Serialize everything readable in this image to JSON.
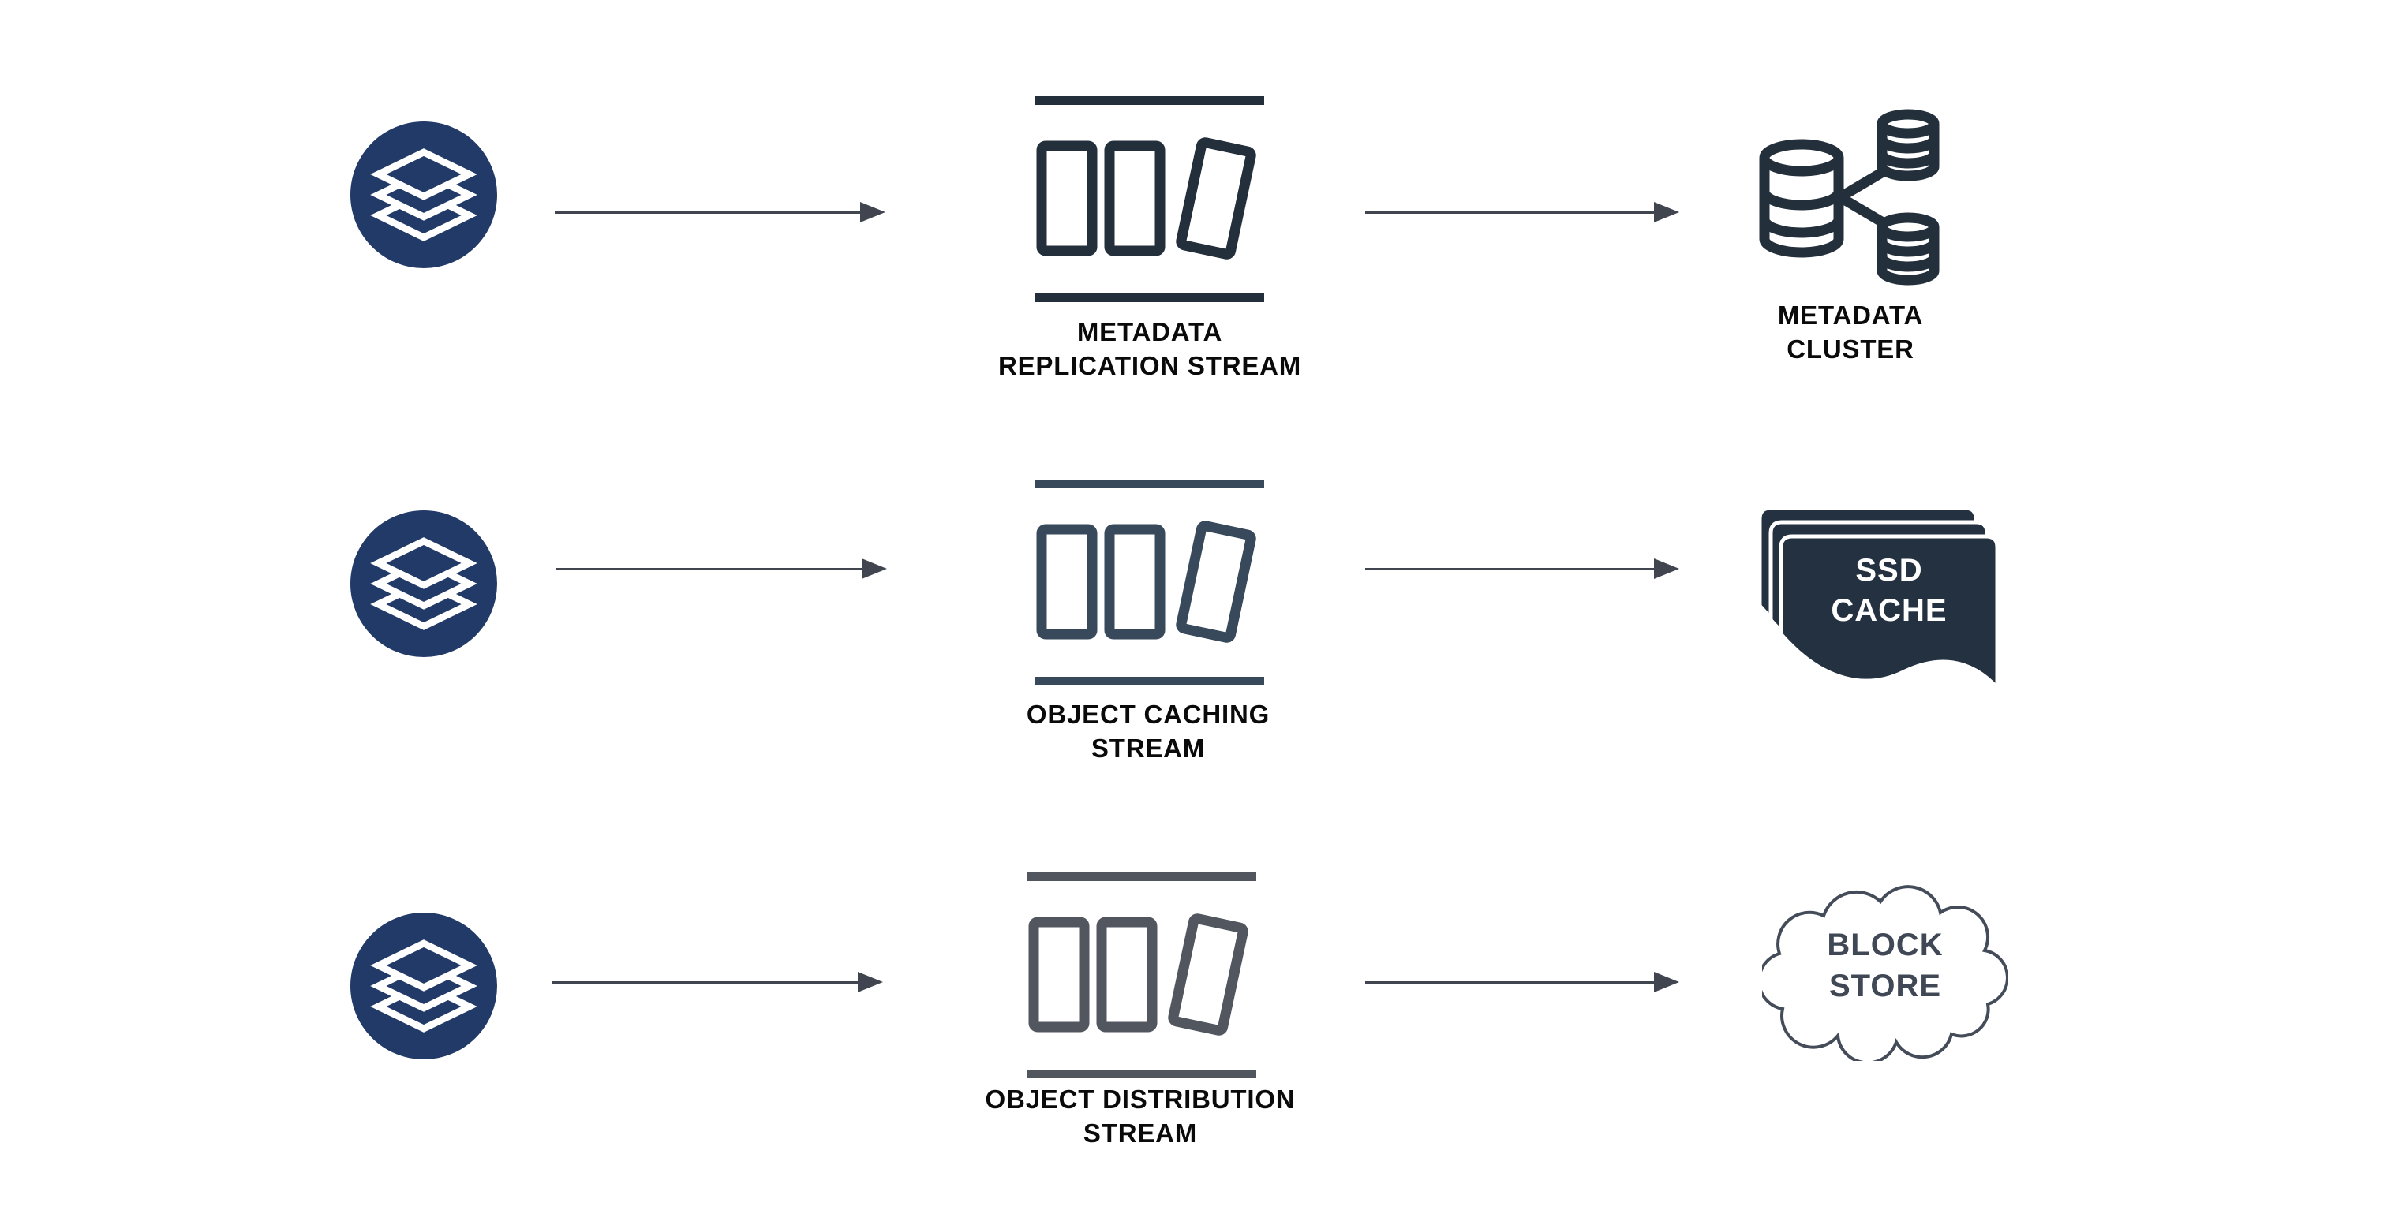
{
  "colors": {
    "background": "#FFFFFF",
    "source_circle": "#223A68",
    "source_glyph": "#FFFFFF",
    "stream_row1": "#232F3B",
    "stream_row2": "#37495B",
    "stream_row3": "#52565F",
    "arrow": "#40454F",
    "cluster_icon": "#232F3B",
    "ssd_card": "#243140",
    "ssd_text": "#FFFFFF",
    "cloud_stroke": "#454C59",
    "cloud_text": "#414855",
    "label_text": "#0A0A0A"
  },
  "rows": [
    {
      "source_icon": "layers-circle",
      "stream_label_line1": "METADATA",
      "stream_label_line2": "REPLICATION STREAM",
      "target_icon": "database-cluster",
      "target_label_line1": "METADATA",
      "target_label_line2": "CLUSTER"
    },
    {
      "source_icon": "layers-circle",
      "stream_label_line1": "OBJECT CACHING",
      "stream_label_line2": "STREAM",
      "target_icon": "ssd-cache-cards",
      "target_label_line1": "SSD",
      "target_label_line2": "CACHE"
    },
    {
      "source_icon": "layers-circle",
      "stream_label_line1": "OBJECT DISTRIBUTION",
      "stream_label_line2": "STREAM",
      "target_icon": "block-store-cloud",
      "target_label_line1": "BLOCK",
      "target_label_line2": "STORE"
    }
  ]
}
